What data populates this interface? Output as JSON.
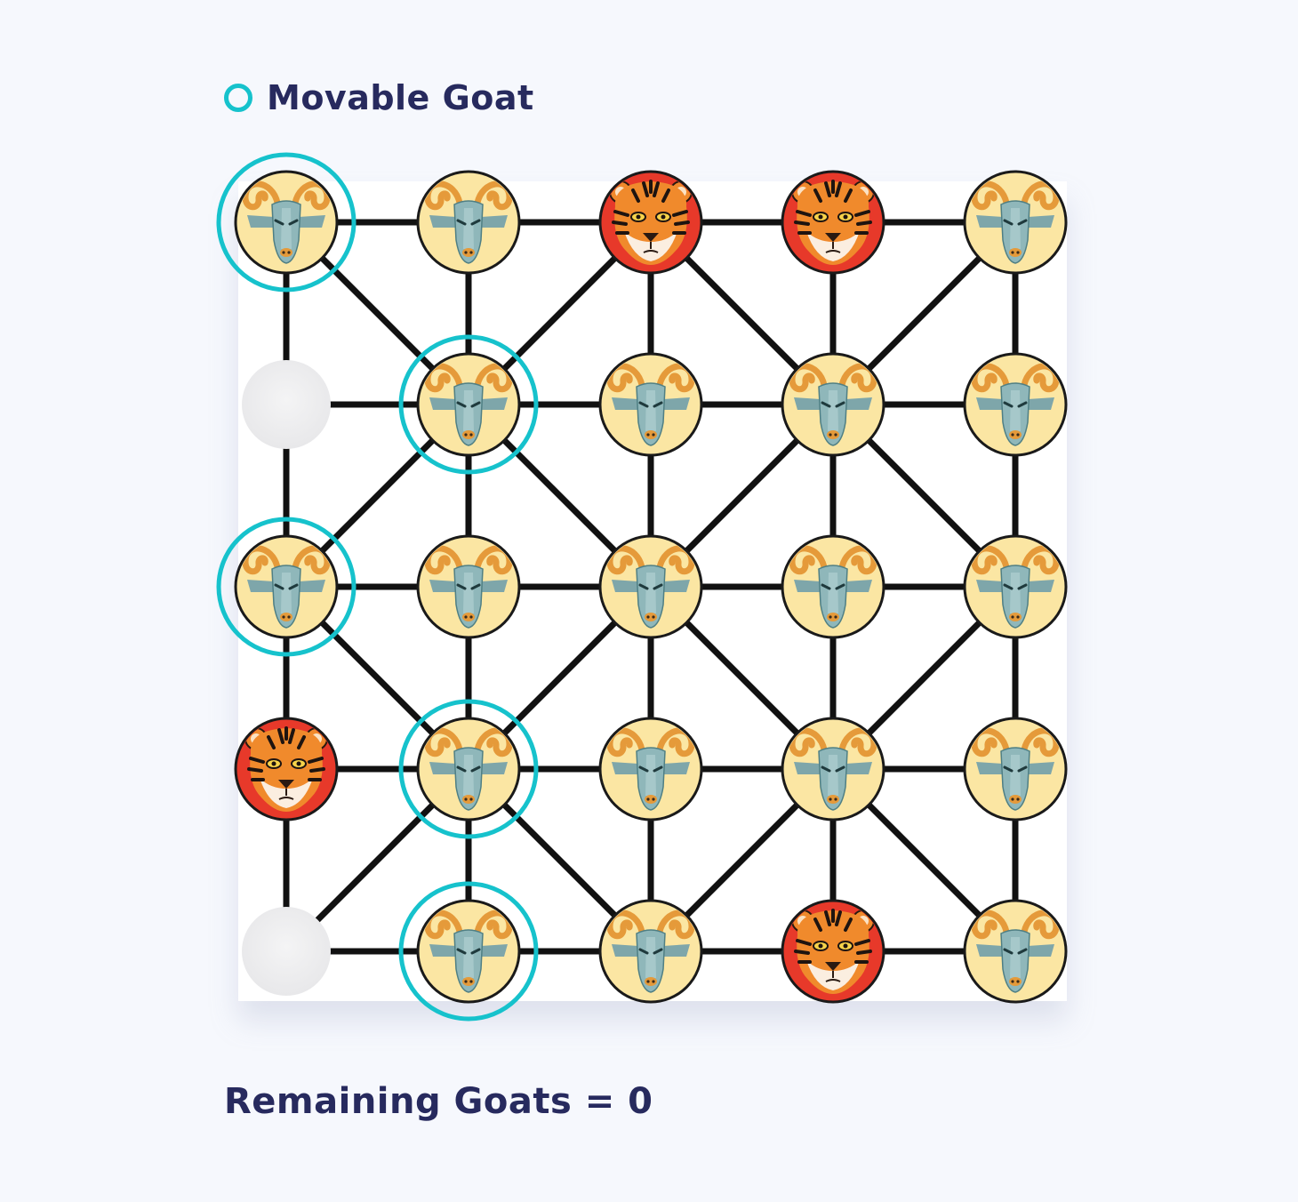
{
  "legend": {
    "label": "Movable Goat",
    "ring_color": "#16c2cc",
    "icon": "ring-icon"
  },
  "status": {
    "remaining_text": "Remaining Goats = 0"
  },
  "colors": {
    "goat_bg": "#fbe6a3",
    "tiger_bg": "#e7392a",
    "line": "#111111",
    "empty": "#eeeeef",
    "movable_ring": "#16c2cc",
    "text": "#272a5e"
  },
  "board": {
    "rows": 5,
    "cols": 5,
    "cells": [
      [
        "goat",
        "goat",
        "tiger",
        "tiger",
        "goat"
      ],
      [
        "empty",
        "goat",
        "goat",
        "goat",
        "goat"
      ],
      [
        "goat",
        "goat",
        "goat",
        "goat",
        "goat"
      ],
      [
        "tiger",
        "goat",
        "goat",
        "goat",
        "goat"
      ],
      [
        "empty",
        "goat",
        "goat",
        "tiger",
        "goat"
      ]
    ],
    "movable": [
      [
        0,
        0
      ],
      [
        1,
        1
      ],
      [
        2,
        0
      ],
      [
        3,
        1
      ],
      [
        4,
        1
      ]
    ]
  }
}
